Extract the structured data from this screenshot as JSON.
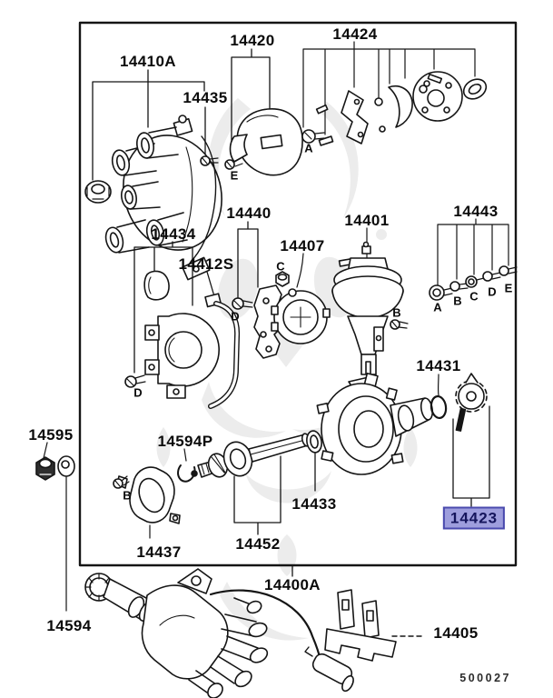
{
  "diagram": {
    "drawing_number": "500027",
    "highlighted_part": "14423",
    "highlight_bg_color": "#9e9edd",
    "highlight_border_color": "#4a4aae",
    "highlight_text_color": "#15155c",
    "line_color": "#151515"
  },
  "parts": {
    "p14410A": "14410A",
    "p14435": "14435",
    "p14420": "14420",
    "p14424": "14424",
    "p14434": "14434",
    "p14412S": "14412S",
    "p14440": "14440",
    "p14407": "14407",
    "p14401": "14401",
    "p14443": "14443",
    "p14431": "14431",
    "p14595": "14595",
    "p14594P": "14594P",
    "p14433": "14433",
    "p14452": "14452",
    "p14437": "14437",
    "p14423": "14423",
    "p14400A": "14400A",
    "p14594": "14594",
    "p14405": "14405"
  },
  "letters": {
    "A": "A",
    "B": "B",
    "C": "C",
    "D": "D",
    "E": "E"
  }
}
